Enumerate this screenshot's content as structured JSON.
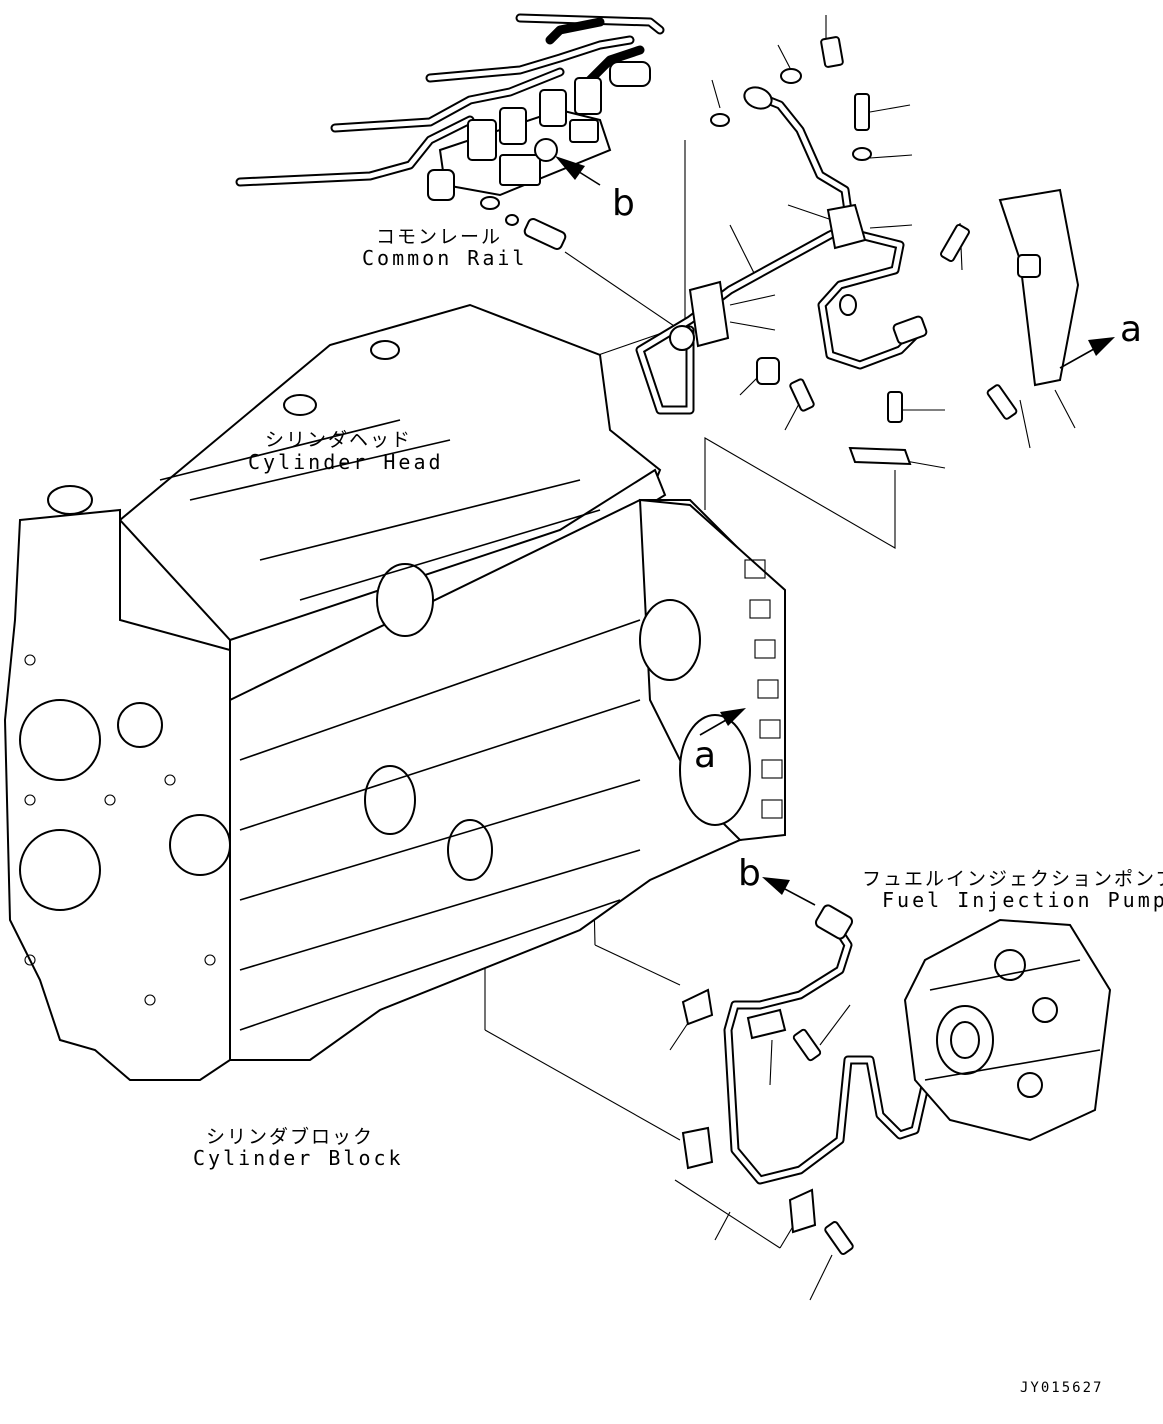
{
  "labels": {
    "common_rail_jp": "コモンレール",
    "common_rail_en": "Common Rail",
    "cylinder_head_jp": "シリンダヘッド",
    "cylinder_head_en": "Cylinder Head",
    "cylinder_block_jp": "シリンダブロック",
    "cylinder_block_en": "Cylinder Block",
    "fuel_pump_jp": "フュエルインジェクションポンプ",
    "fuel_pump_en": "Fuel Injection Pump"
  },
  "callouts": {
    "a": "a",
    "b": "b"
  },
  "reference_code": "JY015627"
}
